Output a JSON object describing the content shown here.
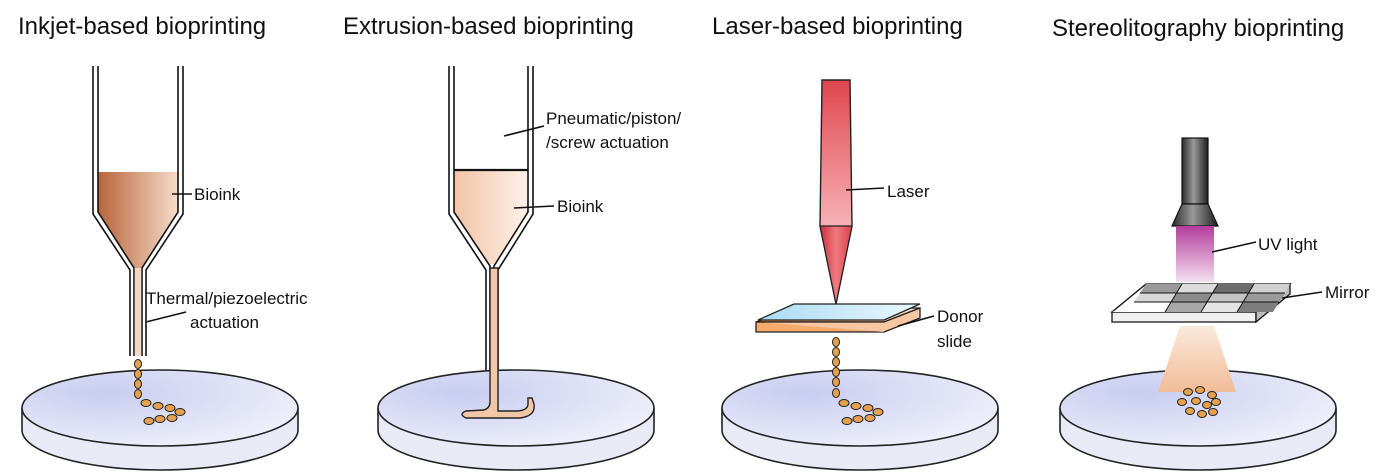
{
  "panels": [
    {
      "title": "Inkjet-based bioprinting",
      "labels": {
        "bioink": "Bioink",
        "actuation_line1": "Thermal/piezoelectric",
        "actuation_line2": "actuation"
      }
    },
    {
      "title": "Extrusion-based bioprinting",
      "labels": {
        "actuation_line1": "Pneumatic/piston/",
        "actuation_line2": "/screw actuation",
        "bioink": "Bioink"
      }
    },
    {
      "title": "Laser-based bioprinting",
      "labels": {
        "laser": "Laser",
        "donor_line1": "Donor",
        "donor_line2": "slide"
      }
    },
    {
      "title": "Stereolitography bioprinting",
      "labels": {
        "uv": "UV light",
        "mirror": "Mirror"
      }
    }
  ],
  "colors": {
    "bioink_dark": "#c8784a",
    "bioink_light": "#f7d9c4",
    "laser_red": "#e0464f",
    "uv_magenta": "#c04aa8",
    "dish_fill": "#d9ddf2",
    "droplet": "#e6a14e"
  }
}
